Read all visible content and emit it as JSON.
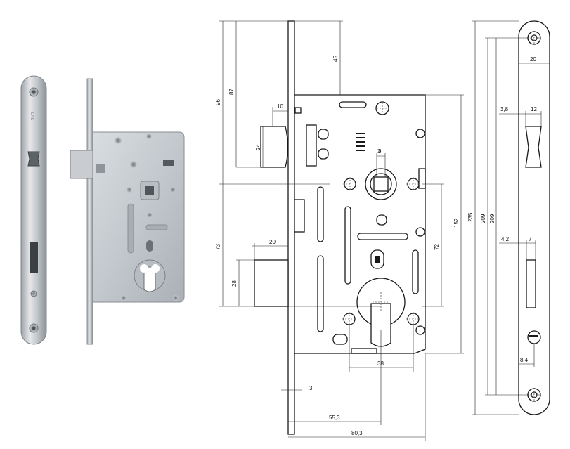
{
  "photo": {
    "faceplate_logo": "LAK"
  },
  "dimensions": {
    "d96": "96",
    "d87": "87",
    "d45": "45",
    "d10": "10",
    "d24": "24",
    "d8": "8",
    "d73": "73",
    "d20_left": "20",
    "d28": "28",
    "d72": "72",
    "d152": "152",
    "d38": "38",
    "d3": "3",
    "d55_3": "55,3",
    "d80_3": "80,3",
    "d235": "235",
    "d209_a": "209",
    "d209_b": "209",
    "d20_right": "20",
    "d3_8": "3,8",
    "d12": "12",
    "d4_2": "4,2",
    "d7": "7",
    "d8_4": "8,4"
  }
}
